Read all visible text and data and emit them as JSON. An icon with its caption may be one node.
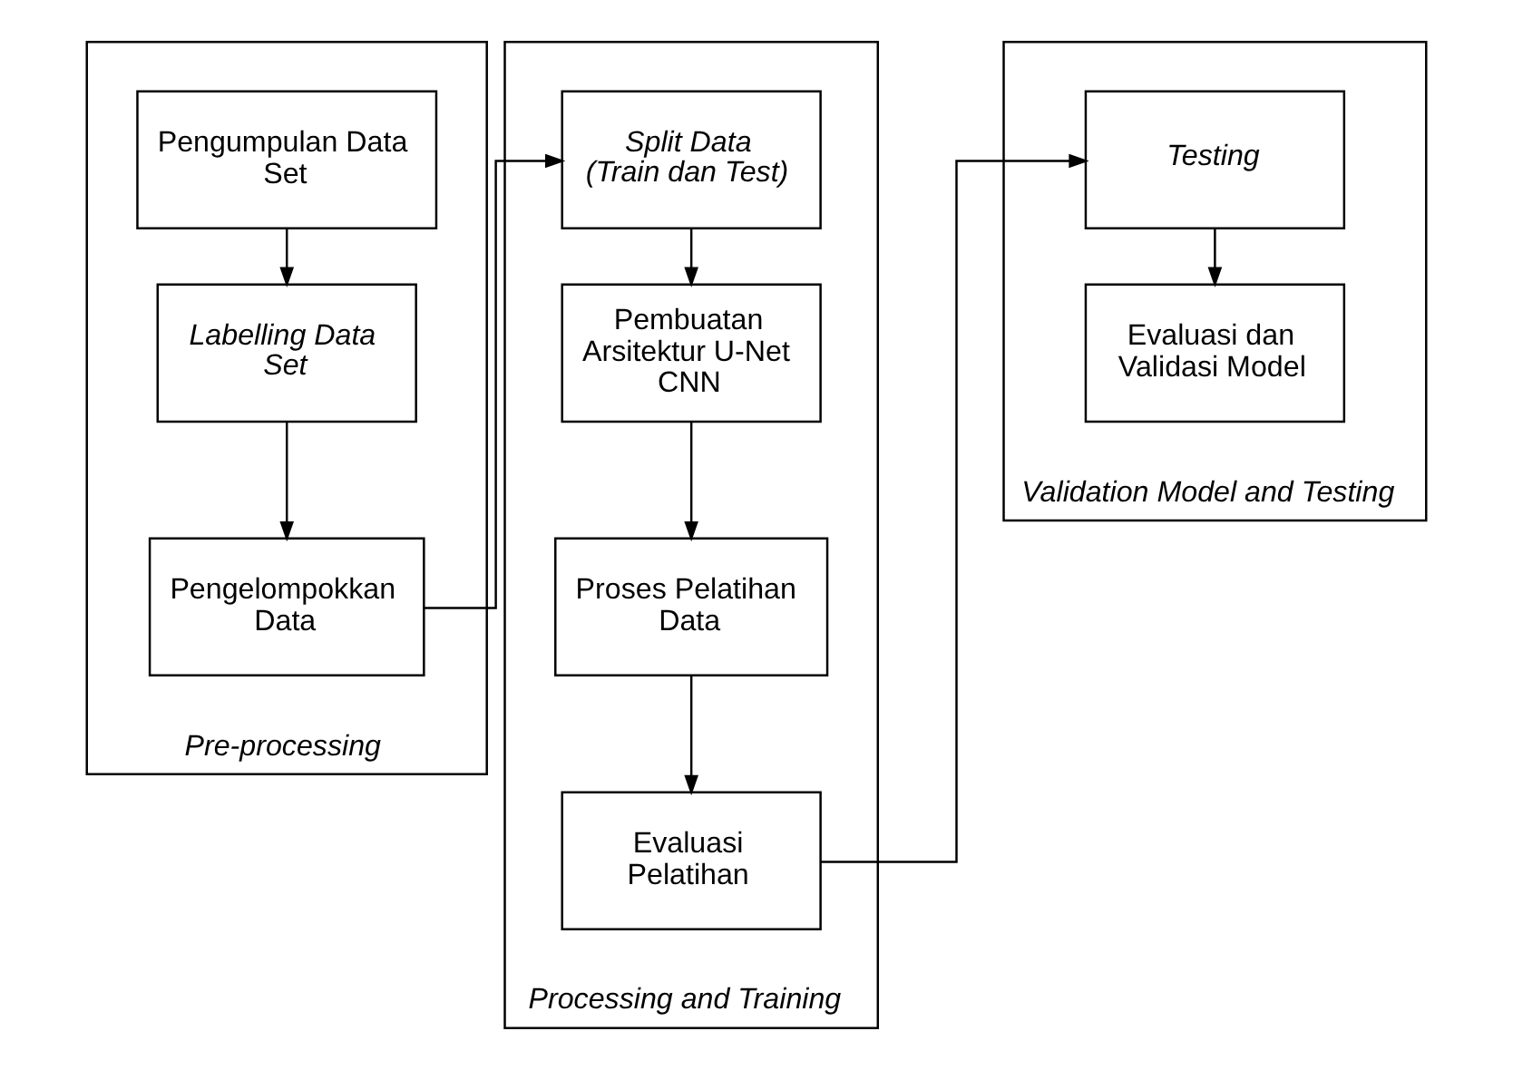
{
  "diagram": {
    "nodes": [
      {
        "text": [
          "Pre-processing"
        ]
      },
      {
        "text": [
          "Pengumpulan Data Set"
        ],
        "in": 0
      },
      {
        "text": [
          "Labelling Data Set"
        ],
        "in": 0
      },
      {
        "text": [
          "Pengelompokkan Data"
        ],
        "in": 0
      },
      {
        "text": [
          "Processing and Training"
        ]
      },
      {
        "text": [
          "Split Data (Train dan Test)"
        ],
        "in": 4
      },
      {
        "text": [
          "Pembuatan Arsitektur U-Net CNN"
        ],
        "in": 4
      },
      {
        "text": [
          "Proses Pelatihan Data"
        ],
        "in": 4
      },
      {
        "text": [
          "Evaluasi Pelatihan"
        ],
        "in": 4
      },
      {
        "text": [
          "Validation Model and Testing"
        ]
      },
      {
        "text": [
          "Testing"
        ],
        "in": 9
      },
      {
        "text": [
          "Evaluasi dan Validasi Model"
        ],
        "in": 9
      }
    ],
    "edges": [
      {
        "from": 1,
        "to": 2,
        "arrow": "to"
      },
      {
        "from": 2,
        "to": 3,
        "arrow": "to"
      },
      {
        "from": 3,
        "to": 5,
        "arrow": "to"
      },
      {
        "from": 5,
        "to": 6,
        "arrow": "to"
      },
      {
        "from": 6,
        "to": 7,
        "arrow": "to"
      },
      {
        "from": 7,
        "to": 8,
        "arrow": "to"
      },
      {
        "from": 8,
        "to": 10,
        "arrow": "to"
      },
      {
        "from": 10,
        "to": 11,
        "arrow": "to"
      }
    ]
  }
}
